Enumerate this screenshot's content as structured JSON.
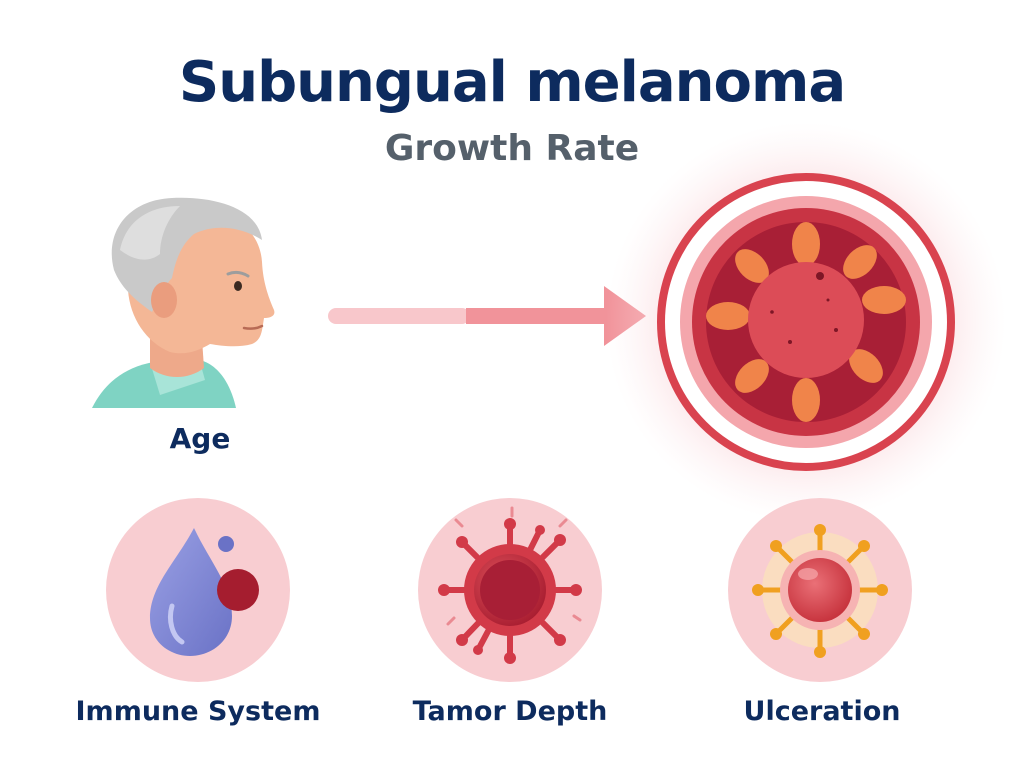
{
  "header": {
    "title": "Subungual melanoma",
    "subtitle": "Growth Rate"
  },
  "factors": {
    "age": {
      "label": "Age",
      "icon": "elderly-person-icon"
    },
    "immune": {
      "label": "Immune System",
      "icon": "drop-icon"
    },
    "depth": {
      "label": "Tamor Depth",
      "icon": "tumor-cell-icon"
    },
    "ulcer": {
      "label": "Ulceration",
      "icon": "ulcer-cell-icon"
    }
  },
  "outcome": {
    "icon": "melanoma-target-icon"
  },
  "colors": {
    "title": "#0d2b5e",
    "subtitle": "#55606b",
    "accent_red": "#d9434f",
    "pink_bg": "#f8cdd1",
    "orange": "#f0844a",
    "arrow": "#f1939a"
  }
}
